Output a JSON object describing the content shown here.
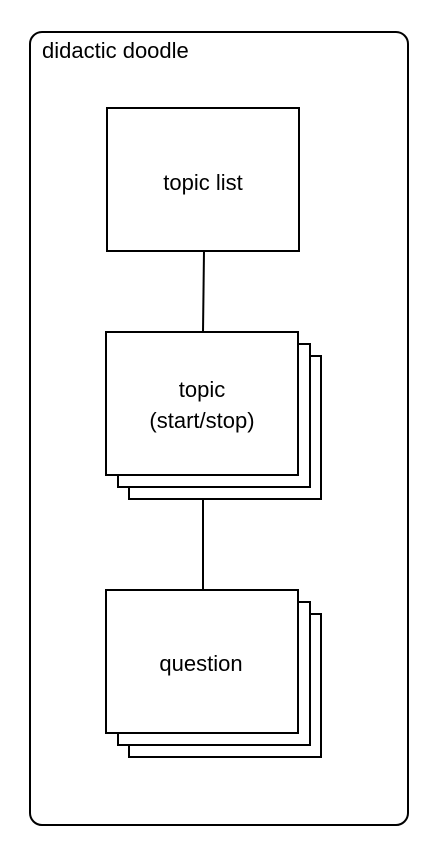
{
  "diagram": {
    "title": "didactic doodle",
    "nodes": {
      "topic_list": {
        "label": "topic list"
      },
      "topic": {
        "line1": "topic",
        "line2": "(start/stop)"
      },
      "question": {
        "label": "question"
      }
    },
    "colors": {
      "stroke": "#000000",
      "fill": "#ffffff"
    }
  }
}
